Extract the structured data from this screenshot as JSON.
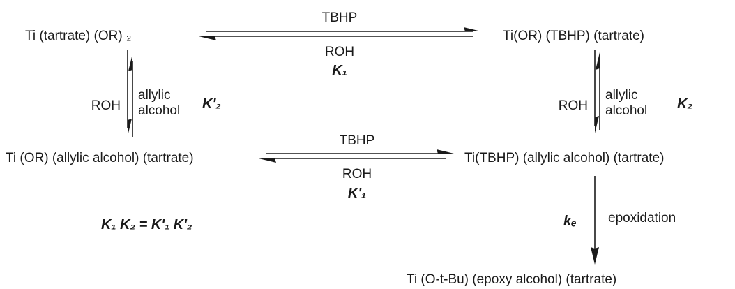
{
  "species": {
    "top_left": "Ti (tartrate) (OR) ₂",
    "top_right": "Ti(OR) (TBHP) (tartrate)",
    "middle_left": "Ti (OR) (allylic alcohol) (tartrate)",
    "middle_right": "Ti(TBHP)  (allylic alcohol)  (tartrate)",
    "product": "Ti (O-t-Bu) (epoxy alcohol) (tartrate)"
  },
  "top_equilibrium": {
    "above": "TBHP",
    "below": "ROH",
    "constant": "K₁"
  },
  "bottom_equilibrium": {
    "above": "TBHP",
    "below": "ROH",
    "constant": "K'₁"
  },
  "left_equilibrium": {
    "left": "ROH",
    "right_line1": "allylic",
    "right_line2": "alcohol",
    "constant": "K'₂"
  },
  "right_equilibrium": {
    "left": "ROH",
    "right_line1": "allylic",
    "right_line2": "alcohol",
    "constant": "K₂"
  },
  "epoxidation": {
    "rate_constant": "kₑ",
    "label": "epoxidation"
  },
  "relation": "K₁ K₂ = K'₁ K'₂"
}
